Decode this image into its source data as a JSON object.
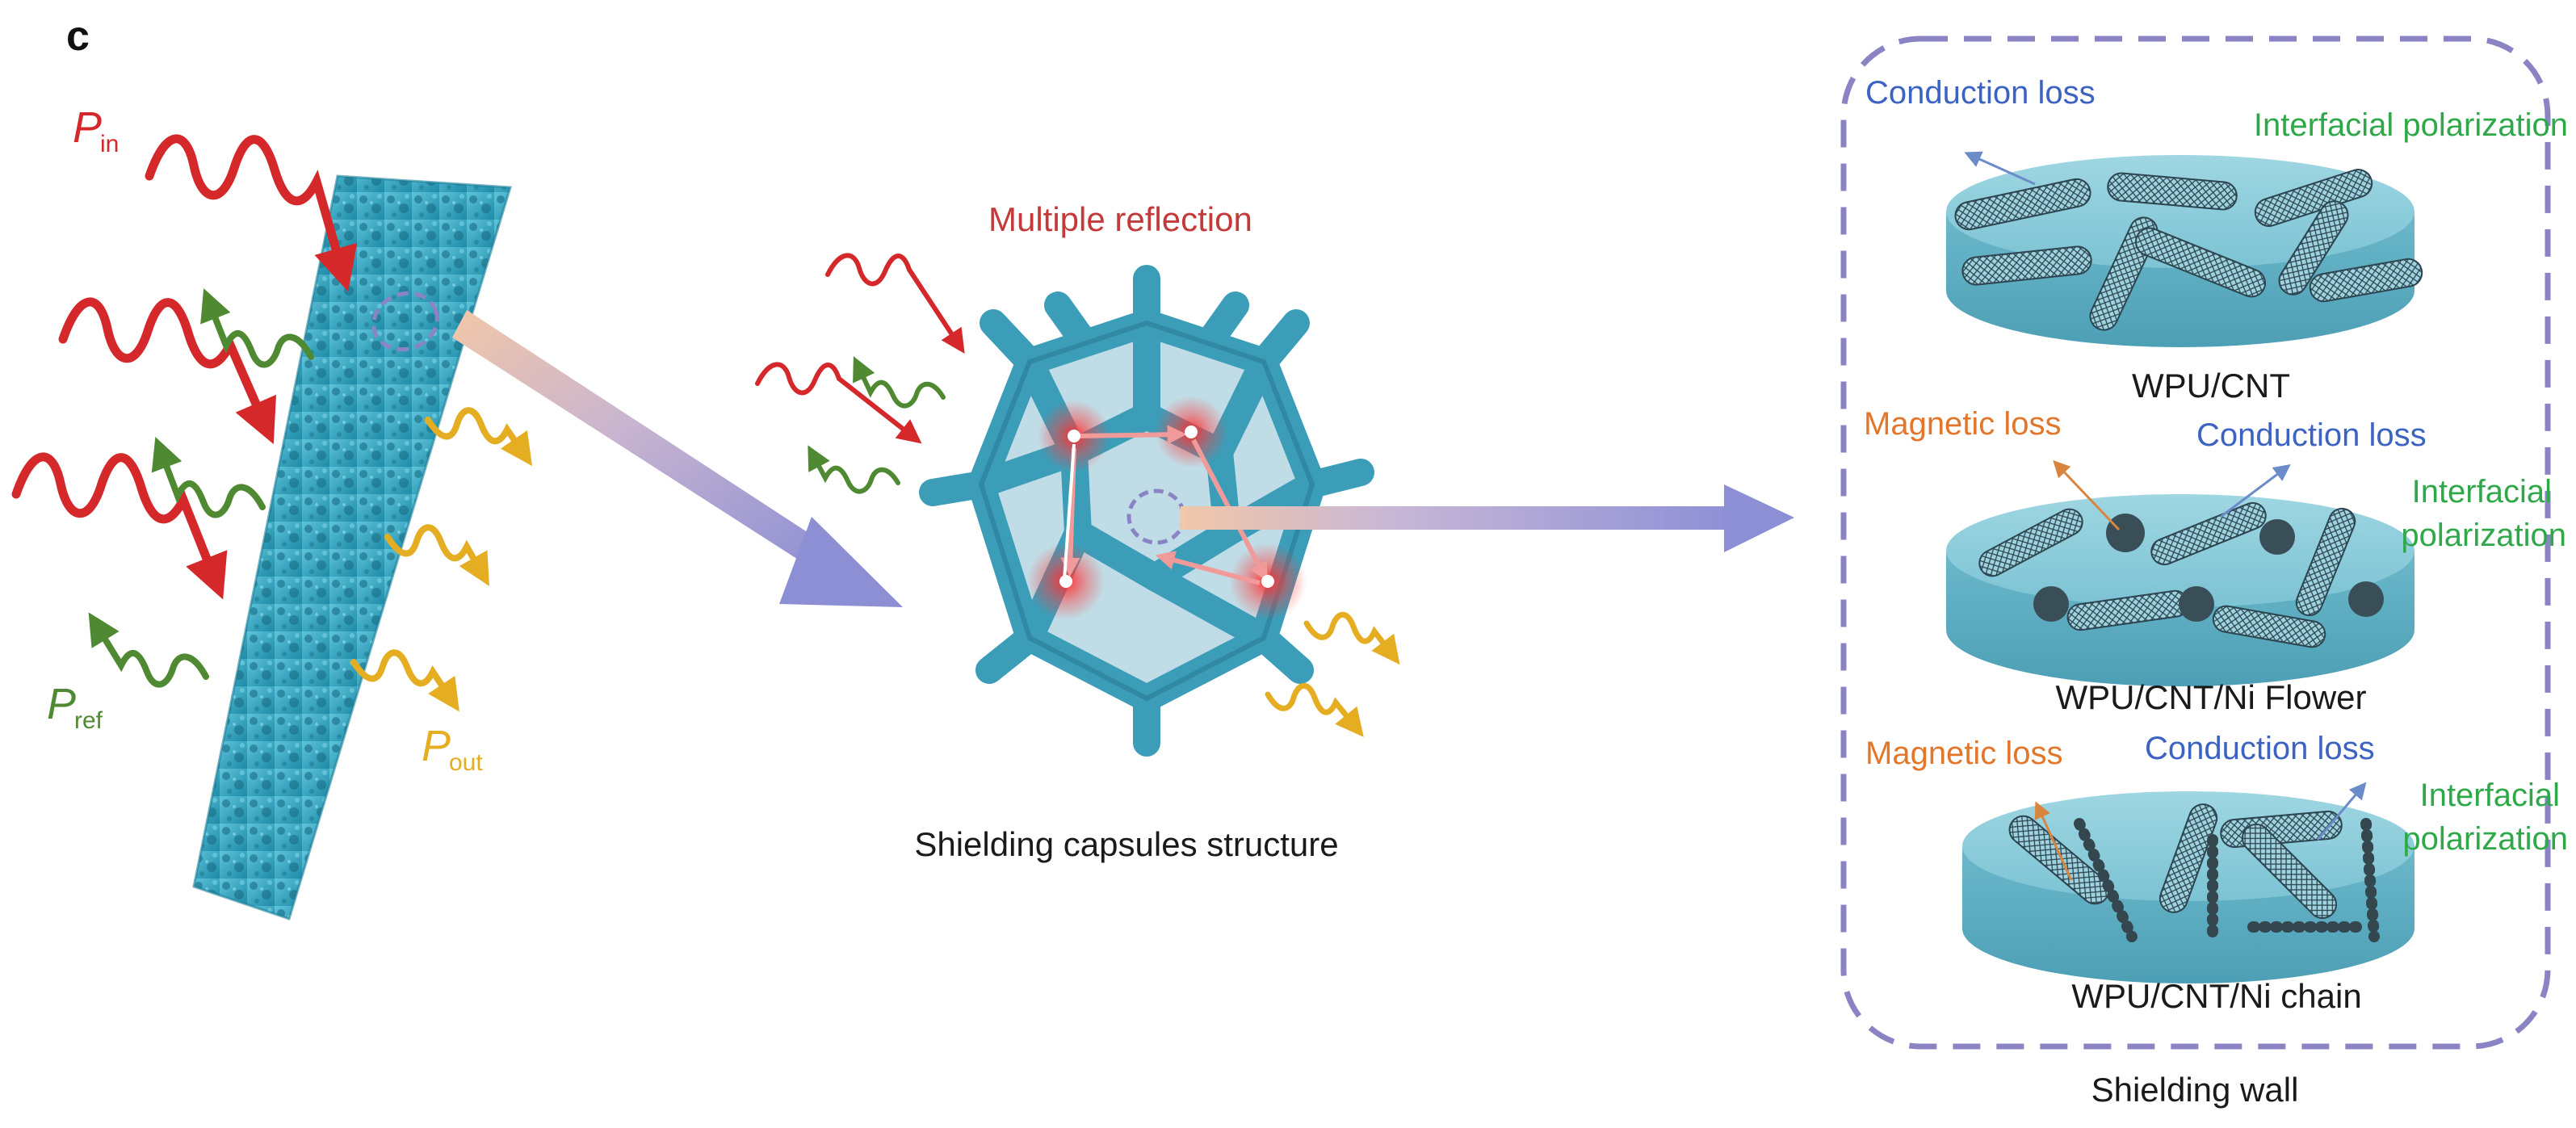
{
  "panel_label": "c",
  "left": {
    "p_in": {
      "main": "P",
      "sub": "in"
    },
    "p_ref": {
      "main": "P",
      "sub": "ref"
    },
    "p_out": {
      "main": "P",
      "sub": "out"
    }
  },
  "capsule": {
    "reflection_label": "Multiple reflection",
    "caption": "Shielding capsules structure"
  },
  "wall": {
    "caption": "Shielding wall",
    "panels": [
      {
        "name": "WPU/CNT",
        "conduction": "Conduction loss",
        "interfacial": "Interfacial polarization"
      },
      {
        "name": "WPU/CNT/Ni Flower",
        "magnetic": "Magnetic loss",
        "conduction": "Conduction loss",
        "interfacial_1": "Interfacial",
        "interfacial_2": "polarization"
      },
      {
        "name": "WPU/CNT/Ni chain",
        "magnetic": "Magnetic loss",
        "conduction": "Conduction loss",
        "interfacial_1": "Interfacial",
        "interfacial_2": "polarization"
      }
    ]
  },
  "colors": {
    "incident": "#d4282b",
    "reflected": "#4f8a33",
    "transmitted": "#e4ad22",
    "foam": "#2aa6c2",
    "capsule": "#3c9db9",
    "dash": "#8a84c4",
    "conduction": "#3d63c2",
    "interfacial": "#2fa84a",
    "magnetic": "#e2772c",
    "multiple_reflection": "#c33a3a"
  }
}
